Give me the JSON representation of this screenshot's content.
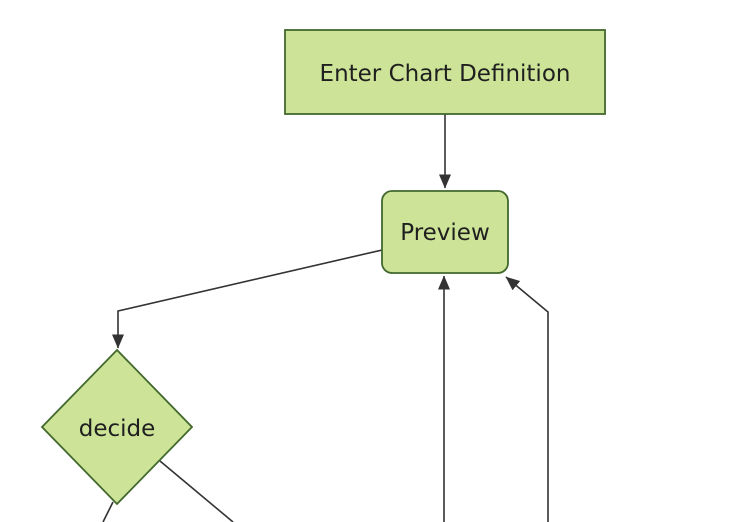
{
  "diagram": {
    "type": "flowchart-top-down",
    "colors": {
      "background": "#ffffff",
      "node_fill": "#cde498",
      "node_border": "#42682c",
      "edge_line": "#333333",
      "label_text": "#1f1f1f"
    },
    "nodes": [
      {
        "id": "enter-chart-definition",
        "shape": "rectangle",
        "label": "Enter Chart Definition"
      },
      {
        "id": "preview",
        "shape": "rounded-rectangle",
        "label": "Preview"
      },
      {
        "id": "decide",
        "shape": "diamond",
        "label": "decide"
      }
    ],
    "edges": [
      {
        "from": "enter-chart-definition",
        "to": "preview",
        "arrowhead": true,
        "visibility": "full"
      },
      {
        "from": "preview",
        "to": "decide",
        "arrowhead": true,
        "visibility": "full"
      },
      {
        "from": "offscreen-bottom",
        "to": "preview",
        "arrowhead": true,
        "visibility": "partial"
      },
      {
        "from": "offscreen-bottom-right",
        "to": "preview",
        "arrowhead": true,
        "visibility": "partial"
      },
      {
        "from": "decide",
        "to": "offscreen-bottom-left",
        "arrowhead": false,
        "visibility": "partial"
      },
      {
        "from": "decide",
        "to": "offscreen-bottom-right",
        "arrowhead": false,
        "visibility": "partial"
      }
    ]
  }
}
